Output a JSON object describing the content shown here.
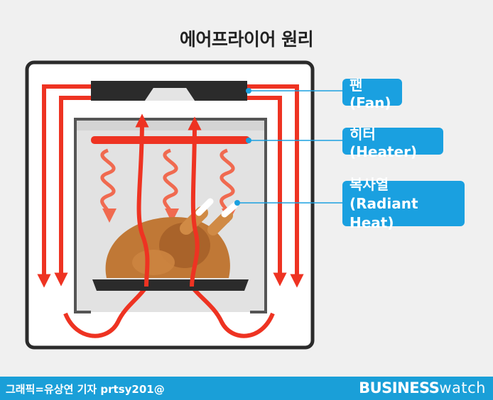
{
  "title": "에어프라이어 원리",
  "labels": {
    "fan": "팬(Fan)",
    "heater": "히터(Heater)",
    "radiant_line1": "복사열",
    "radiant_line2": "(Radiant Heat)"
  },
  "footer": {
    "credit": "그래픽=유상연 기자 prtsy201@",
    "logo_bold": "BUSINESS",
    "logo_light": "watch"
  },
  "colors": {
    "arrow": "#ee3322",
    "callout": "#1aa0e0",
    "outer_frame": "#2b2b2b",
    "chamber_fill": "#e2e2e2",
    "chicken": "#c07836"
  }
}
